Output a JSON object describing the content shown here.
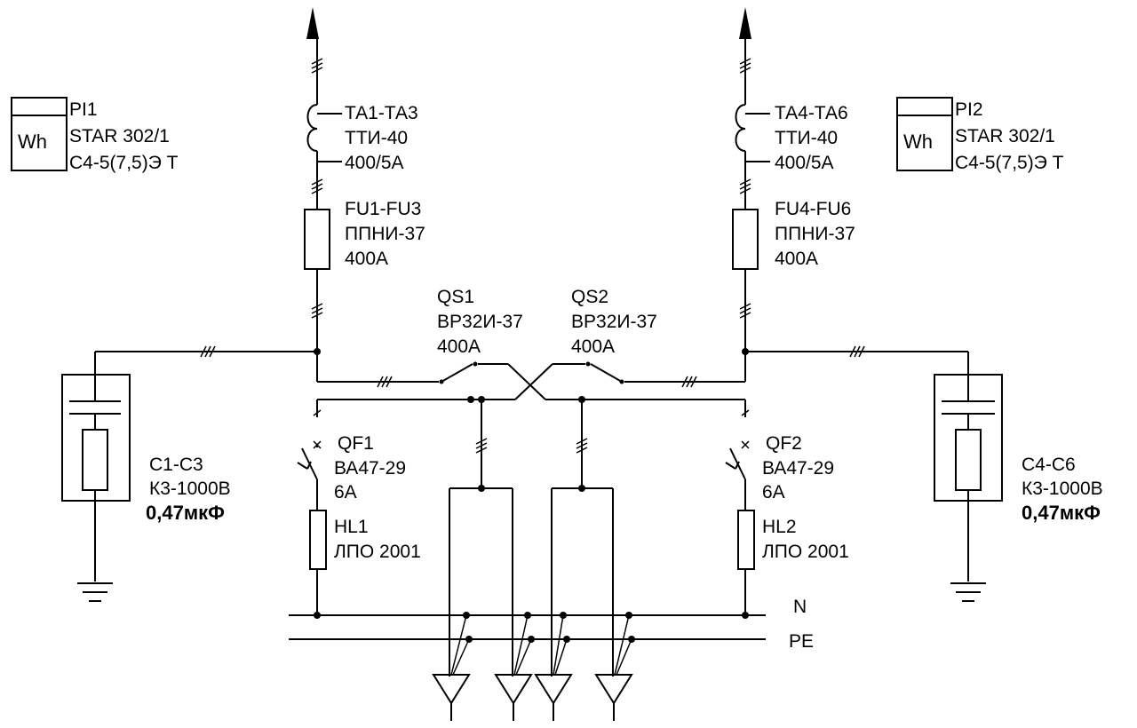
{
  "diagram": {
    "pi1": {
      "ref": "PI1",
      "model": "STAR 302/1",
      "spec": "С4-5(7,5)Э Т",
      "icon_label": "Wh"
    },
    "pi2": {
      "ref": "PI2",
      "model": "STAR 302/1",
      "spec": "С4-5(7,5)Э Т",
      "icon_label": "Wh"
    },
    "ta_left": {
      "ref": "ТА1-ТА3",
      "model": "ТТИ-40",
      "rating": "400/5А"
    },
    "ta_right": {
      "ref": "ТА4-ТА6",
      "model": "ТТИ-40",
      "rating": "400/5А"
    },
    "fu_left": {
      "ref": "FU1-FU3",
      "model": "ППНИ-37",
      "rating": "400А"
    },
    "fu_right": {
      "ref": "FU4-FU6",
      "model": "ППНИ-37",
      "rating": "400А"
    },
    "qs1": {
      "ref": "QS1",
      "model": "ВР32И-37",
      "rating": "400А"
    },
    "qs2": {
      "ref": "QS2",
      "model": "ВР32И-37",
      "rating": "400А"
    },
    "qf1": {
      "ref": "QF1",
      "model": "ВА47-29",
      "rating": "6А"
    },
    "qf2": {
      "ref": "QF2",
      "model": "ВА47-29",
      "rating": "6А"
    },
    "hl1": {
      "ref": "HL1",
      "model": "ЛПО 2001"
    },
    "hl2": {
      "ref": "HL2",
      "model": "ЛПО 2001"
    },
    "cap_left": {
      "ref": "C1-C3",
      "model": "К3-1000В",
      "value": "0,47мкФ"
    },
    "cap_right": {
      "ref": "C4-C6",
      "model": "К3-1000В",
      "value": "0,47мкФ"
    },
    "bus_n": "N",
    "bus_pe": "PE"
  }
}
